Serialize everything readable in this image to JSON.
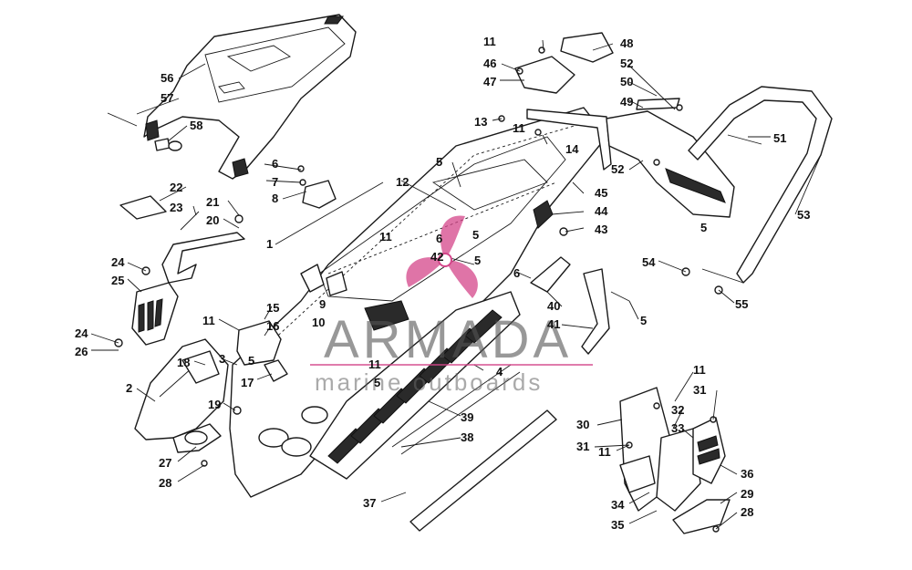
{
  "watermark": {
    "brand": "ARMADA",
    "tagline": "marine outboards",
    "logo_color": "#d4468a",
    "text_color": "#555555"
  },
  "callouts": [
    {
      "id": "c1",
      "text": "1"
    },
    {
      "id": "c2",
      "text": "2"
    },
    {
      "id": "c3",
      "text": "3"
    },
    {
      "id": "c4",
      "text": "4"
    },
    {
      "id": "c5a",
      "text": "5"
    },
    {
      "id": "c5b",
      "text": "5"
    },
    {
      "id": "c5c",
      "text": "5"
    },
    {
      "id": "c5d",
      "text": "5"
    },
    {
      "id": "c5e",
      "text": "5"
    },
    {
      "id": "c5f",
      "text": "5"
    },
    {
      "id": "c5g",
      "text": "5"
    },
    {
      "id": "c6a",
      "text": "6"
    },
    {
      "id": "c6b",
      "text": "6"
    },
    {
      "id": "c6c",
      "text": "6"
    },
    {
      "id": "c7",
      "text": "7"
    },
    {
      "id": "c8",
      "text": "8"
    },
    {
      "id": "c9",
      "text": "9"
    },
    {
      "id": "c10",
      "text": "10"
    },
    {
      "id": "c11a",
      "text": "11"
    },
    {
      "id": "c11b",
      "text": "11"
    },
    {
      "id": "c11c",
      "text": "11"
    },
    {
      "id": "c11d",
      "text": "11"
    },
    {
      "id": "c11e",
      "text": "11"
    },
    {
      "id": "c11f",
      "text": "11"
    },
    {
      "id": "c11g",
      "text": "11"
    },
    {
      "id": "c12",
      "text": "12"
    },
    {
      "id": "c13",
      "text": "13"
    },
    {
      "id": "c14",
      "text": "14"
    },
    {
      "id": "c15",
      "text": "15"
    },
    {
      "id": "c16",
      "text": "16"
    },
    {
      "id": "c17",
      "text": "17"
    },
    {
      "id": "c18",
      "text": "18"
    },
    {
      "id": "c19",
      "text": "19"
    },
    {
      "id": "c20",
      "text": "20"
    },
    {
      "id": "c21",
      "text": "21"
    },
    {
      "id": "c22",
      "text": "22"
    },
    {
      "id": "c23",
      "text": "23"
    },
    {
      "id": "c24a",
      "text": "24"
    },
    {
      "id": "c24b",
      "text": "24"
    },
    {
      "id": "c25",
      "text": "25"
    },
    {
      "id": "c26",
      "text": "26"
    },
    {
      "id": "c27",
      "text": "27"
    },
    {
      "id": "c28a",
      "text": "28"
    },
    {
      "id": "c28b",
      "text": "28"
    },
    {
      "id": "c29",
      "text": "29"
    },
    {
      "id": "c30",
      "text": "30"
    },
    {
      "id": "c31a",
      "text": "31"
    },
    {
      "id": "c31b",
      "text": "31"
    },
    {
      "id": "c32",
      "text": "32"
    },
    {
      "id": "c33",
      "text": "33"
    },
    {
      "id": "c34",
      "text": "34"
    },
    {
      "id": "c35",
      "text": "35"
    },
    {
      "id": "c36",
      "text": "36"
    },
    {
      "id": "c37",
      "text": "37"
    },
    {
      "id": "c38",
      "text": "38"
    },
    {
      "id": "c39",
      "text": "39"
    },
    {
      "id": "c40",
      "text": "40"
    },
    {
      "id": "c41",
      "text": "41"
    },
    {
      "id": "c42",
      "text": "42"
    },
    {
      "id": "c43",
      "text": "43"
    },
    {
      "id": "c44",
      "text": "44"
    },
    {
      "id": "c45",
      "text": "45"
    },
    {
      "id": "c46",
      "text": "46"
    },
    {
      "id": "c47",
      "text": "47"
    },
    {
      "id": "c48",
      "text": "48"
    },
    {
      "id": "c49",
      "text": "49"
    },
    {
      "id": "c50",
      "text": "50"
    },
    {
      "id": "c51",
      "text": "51"
    },
    {
      "id": "c52a",
      "text": "52"
    },
    {
      "id": "c52b",
      "text": "52"
    },
    {
      "id": "c53",
      "text": "53"
    },
    {
      "id": "c54",
      "text": "54"
    },
    {
      "id": "c55",
      "text": "55"
    },
    {
      "id": "c56",
      "text": "56"
    },
    {
      "id": "c57",
      "text": "57"
    },
    {
      "id": "c58",
      "text": "58"
    }
  ]
}
